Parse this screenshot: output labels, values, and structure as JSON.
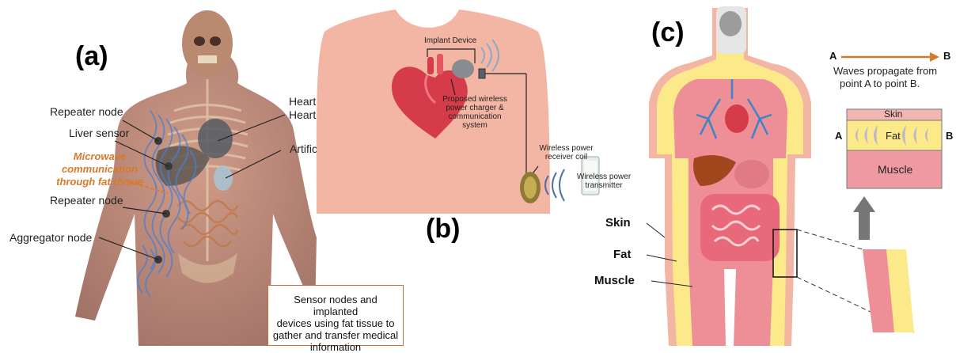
{
  "panel_a": {
    "label": "(a)",
    "annotations": {
      "repeater_node_top": "Repeater node",
      "liver_sensor": "Liver sensor",
      "repeater_node_bottom": "Repeater node",
      "aggregator_node": "Aggregator node",
      "heart_sensor_line1": "Heart sensor /",
      "heart_sensor_line2": "Heart assist devices",
      "artificial_kidney": "Artificial kidney"
    },
    "microwave_note": {
      "line1": "Microwave",
      "line2": "communication",
      "line3": "through fat tissue"
    },
    "info_box": {
      "line1": "Sensor nodes and implanted",
      "line2": "devices using fat tissue to",
      "line3": "gather and transfer medical",
      "line4": "information"
    }
  },
  "panel_b": {
    "label": "(b)",
    "implant_device": "Implant Device",
    "charger_line1": "Proposed wireless",
    "charger_line2": "power charger &",
    "charger_line3": "communication",
    "charger_line4": "system",
    "receiver_line1": "Wireless power",
    "receiver_line2": "receiver coil",
    "transmitter_line1": "Wireless power",
    "transmitter_line2": "transmitter"
  },
  "panel_c": {
    "label": "(c)",
    "point_a": "A",
    "point_b": "B",
    "propagate_line1": "Waves propagate from",
    "propagate_line2": "point A to point B.",
    "layer_skin": "Skin",
    "layer_fat": "Fat",
    "layer_muscle": "Muscle",
    "body_skin": "Skin",
    "body_fat": "Fat",
    "body_muscle": "Muscle"
  },
  "colors": {
    "accent_orange": "#d77a2b",
    "skin_tone": "#f4b6a4",
    "fat_yellow": "#fbe98a",
    "muscle_pink": "#ee8e96",
    "wave_blue": "#4a7fd0"
  }
}
